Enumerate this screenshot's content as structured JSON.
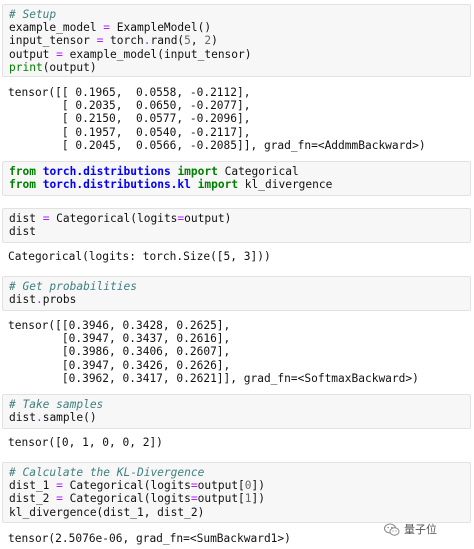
{
  "cells": [
    {
      "lines": [
        [
          [
            "c",
            "# Setup"
          ]
        ],
        [
          [
            "",
            "example_model "
          ],
          [
            "op",
            "="
          ],
          [
            "",
            " ExampleModel()"
          ]
        ],
        [
          [
            "",
            "input_tensor "
          ],
          [
            "op",
            "="
          ],
          [
            "",
            " torch"
          ],
          [
            "op",
            "."
          ],
          [
            "",
            "rand("
          ],
          [
            "num",
            "5"
          ],
          [
            "",
            ", "
          ],
          [
            "num",
            "2"
          ],
          [
            "",
            ")"
          ]
        ],
        [
          [
            "",
            "output "
          ],
          [
            "op",
            "="
          ],
          [
            "",
            " example_model(input_tensor)"
          ]
        ],
        [
          [
            "bi",
            "print"
          ],
          [
            "",
            "(output)"
          ]
        ]
      ],
      "output": [
        "tensor([[ 0.1965,  0.0558, -0.2112],",
        "        [ 0.2035,  0.0650, -0.2077],",
        "        [ 0.2150,  0.0577, -0.2096],",
        "        [ 0.1957,  0.0540, -0.2117],",
        "        [ 0.2045,  0.0566, -0.2085]], grad_fn=<AddmmBackward>)"
      ]
    },
    {
      "lines": [
        [
          [
            "kw",
            "from"
          ],
          [
            "",
            " "
          ],
          [
            "mod",
            "torch.distributions"
          ],
          [
            "",
            " "
          ],
          [
            "kw",
            "import"
          ],
          [
            "",
            " Categorical"
          ]
        ],
        [
          [
            "kw",
            "from"
          ],
          [
            "",
            " "
          ],
          [
            "mod",
            "torch.distributions.kl"
          ],
          [
            "",
            " "
          ],
          [
            "kw",
            "import"
          ],
          [
            "",
            " kl_divergence"
          ]
        ]
      ],
      "output": []
    },
    {
      "lines": [
        [
          [
            "",
            "dist "
          ],
          [
            "op",
            "="
          ],
          [
            "",
            " Categorical(logits"
          ],
          [
            "op",
            "="
          ],
          [
            "",
            "output)"
          ]
        ],
        [
          [
            "",
            "dist"
          ]
        ]
      ],
      "output": [
        "Categorical(logits: torch.Size([5, 3]))"
      ]
    },
    {
      "lines": [
        [
          [
            "c",
            "# Get probabilities"
          ]
        ],
        [
          [
            "",
            "dist"
          ],
          [
            "op",
            "."
          ],
          [
            "",
            "probs"
          ]
        ]
      ],
      "output": [
        "tensor([[0.3946, 0.3428, 0.2625],",
        "        [0.3947, 0.3437, 0.2616],",
        "        [0.3986, 0.3406, 0.2607],",
        "        [0.3947, 0.3426, 0.2626],",
        "        [0.3962, 0.3417, 0.2621]], grad_fn=<SoftmaxBackward>)"
      ]
    },
    {
      "lines": [
        [
          [
            "c",
            "# Take samples"
          ]
        ],
        [
          [
            "",
            "dist"
          ],
          [
            "op",
            "."
          ],
          [
            "",
            "sample()"
          ]
        ]
      ],
      "output": [
        "tensor([0, 1, 0, 0, 2])"
      ]
    },
    {
      "lines": [
        [
          [
            "c",
            "# Calculate the KL-Divergence"
          ]
        ],
        [
          [
            "",
            "dist_1 "
          ],
          [
            "op",
            "="
          ],
          [
            "",
            " Categorical(logits"
          ],
          [
            "op",
            "="
          ],
          [
            "",
            "output["
          ],
          [
            "num",
            "0"
          ],
          [
            "",
            "])"
          ]
        ],
        [
          [
            "",
            "dist_2 "
          ],
          [
            "op",
            "="
          ],
          [
            "",
            " Categorical(logits"
          ],
          [
            "op",
            "="
          ],
          [
            "",
            "output["
          ],
          [
            "num",
            "1"
          ],
          [
            "",
            "])"
          ]
        ],
        [
          [
            "",
            "kl_divergence(dist_1, dist_2)"
          ]
        ]
      ],
      "output": [
        "tensor(2.5076e-06, grad_fn=<SumBackward1>)"
      ]
    }
  ],
  "watermark": {
    "icon": "wechat-icon",
    "text": "量子位"
  }
}
